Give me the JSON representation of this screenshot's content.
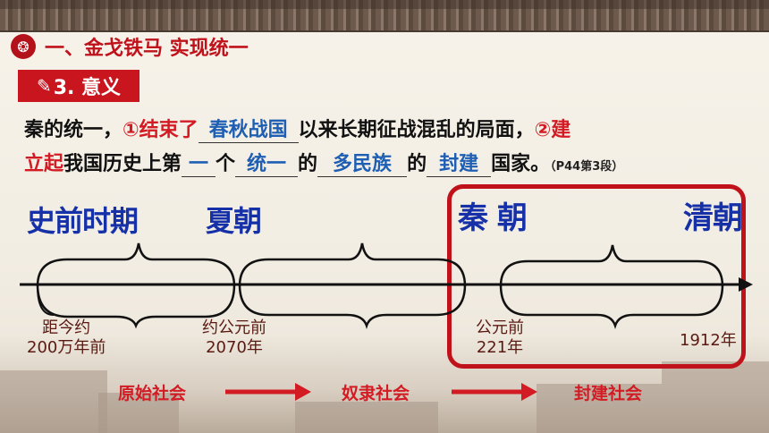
{
  "section": {
    "title": "一、金戈铁马  实现统一",
    "seal_icon": "seal-icon"
  },
  "tag": {
    "label": "3. 意义",
    "icon": "pencil-icon"
  },
  "paragraph": {
    "p1": "秦的统一，",
    "p2": "①结束了",
    "blank1": "春秋战国",
    "p3": "以来长期征战混乱的局面，",
    "p4": "②建",
    "p5": "立起",
    "p6": "我国历史上第",
    "blank2": "一",
    "p7": "个",
    "blank3": "统一",
    "p8": "的",
    "blank4": "多民族",
    "p9": "的",
    "blank5": "封建",
    "p10": "国家。",
    "ref": "（P44第3段）"
  },
  "timeline": {
    "eras": [
      "史前时期",
      "夏朝",
      "秦 朝",
      "清朝"
    ],
    "dates": [
      {
        "line1": "距今约",
        "line2": "200万年前"
      },
      {
        "line1": "约公元前",
        "line2": "2070年"
      },
      {
        "line1": "公元前",
        "line2": "221年"
      },
      {
        "line1": "",
        "line2": "1912年"
      }
    ],
    "stages": [
      "原始社会",
      "奴隶社会",
      "封建社会"
    ]
  },
  "colors": {
    "accent_red": "#c8151e",
    "era_blue": "#1631a8",
    "answer_blue": "#1f5fb3"
  }
}
